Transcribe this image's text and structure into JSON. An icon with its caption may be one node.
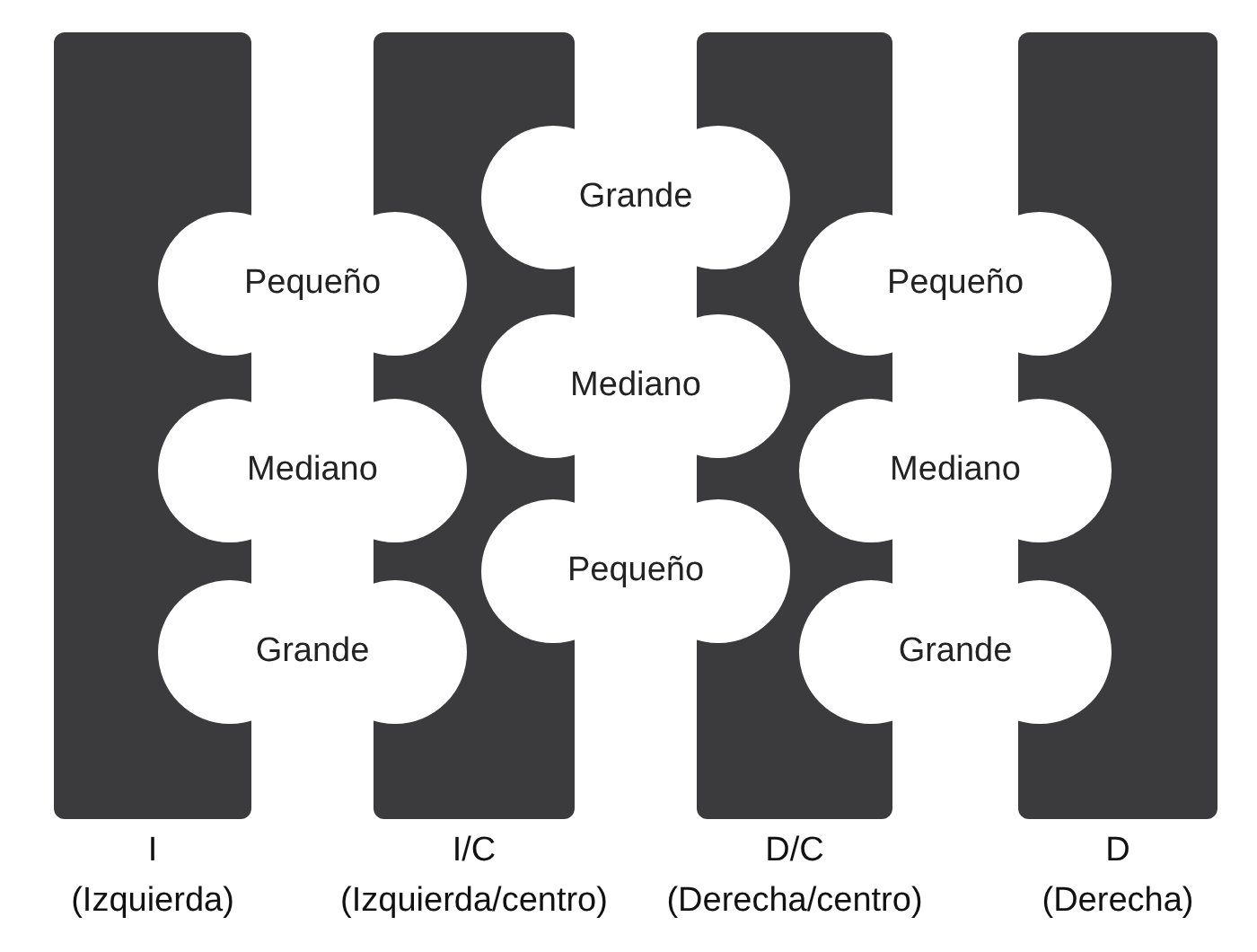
{
  "diagram": {
    "labels": [
      "Grande",
      "Pequeño",
      "Pequeño",
      "Mediano",
      "Mediano",
      "Mediano",
      "Pequeño",
      "Grande",
      "Grande",
      "I",
      "I/C",
      "D/C",
      "D",
      "(Izquierda)",
      "(Izquierda/centro)",
      "(Derecha/centro)",
      "(Derecha)"
    ]
  }
}
